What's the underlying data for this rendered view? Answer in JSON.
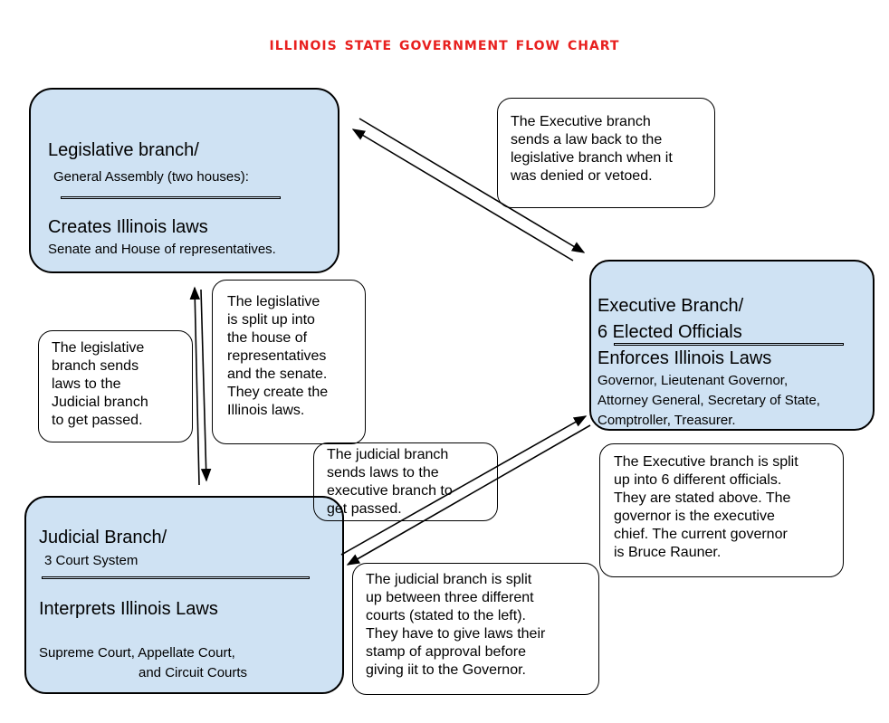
{
  "title": "Illinois state government flow chart",
  "colors": {
    "title": "#e8201f",
    "branch_fill": "#cfe2f3",
    "note_fill": "#ffffff"
  },
  "legislative": {
    "heading": "Legislative branch/",
    "subheading": "General Assembly (two houses):",
    "role": "Creates Illinois laws",
    "members": "Senate and House of representatives."
  },
  "executive": {
    "heading": "Executive Branch/",
    "subheading": "6 Elected Officials",
    "role": "Enforces Illinois Laws",
    "members_line1": "Governor, Lieutenant Governor,",
    "members_line2": "Attorney General, Secretary of State,",
    "members_line3": "Comptroller, Treasurer."
  },
  "judicial": {
    "heading": "Judicial Branch/",
    "subheading": "3 Court System",
    "role": "Interprets Illinois Laws",
    "members_line1": "Supreme Court, Appellate Court,",
    "members_line2": "and Circuit Courts"
  },
  "notes": {
    "exec_to_leg": "The Executive branch\nsends a law back to the\nlegislative branch when it\nwas denied or vetoed.",
    "leg_split": "The legislative\nis split up into\nthe house of\nrepresentatives\nand the senate.\nThey create the\nIllinois laws.",
    "leg_to_jud": "The legislative\nbranch sends\nlaws to the\nJudicial branch\nto get passed.",
    "jud_to_exec": "The judicial branch\nsends laws to the\nexecutive branch to\nget passed.",
    "exec_split": "The Executive branch is split\nup into 6 different officials.\nThey are stated above. The\ngovernor is the executive\nchief.  The current governor\nis Bruce Rauner.",
    "jud_split": "The judicial branch is split\nup between three different\ncourts (stated to the left).\nThey have to give laws their\nstamp of approval before\ngiving iit to the Governor."
  }
}
